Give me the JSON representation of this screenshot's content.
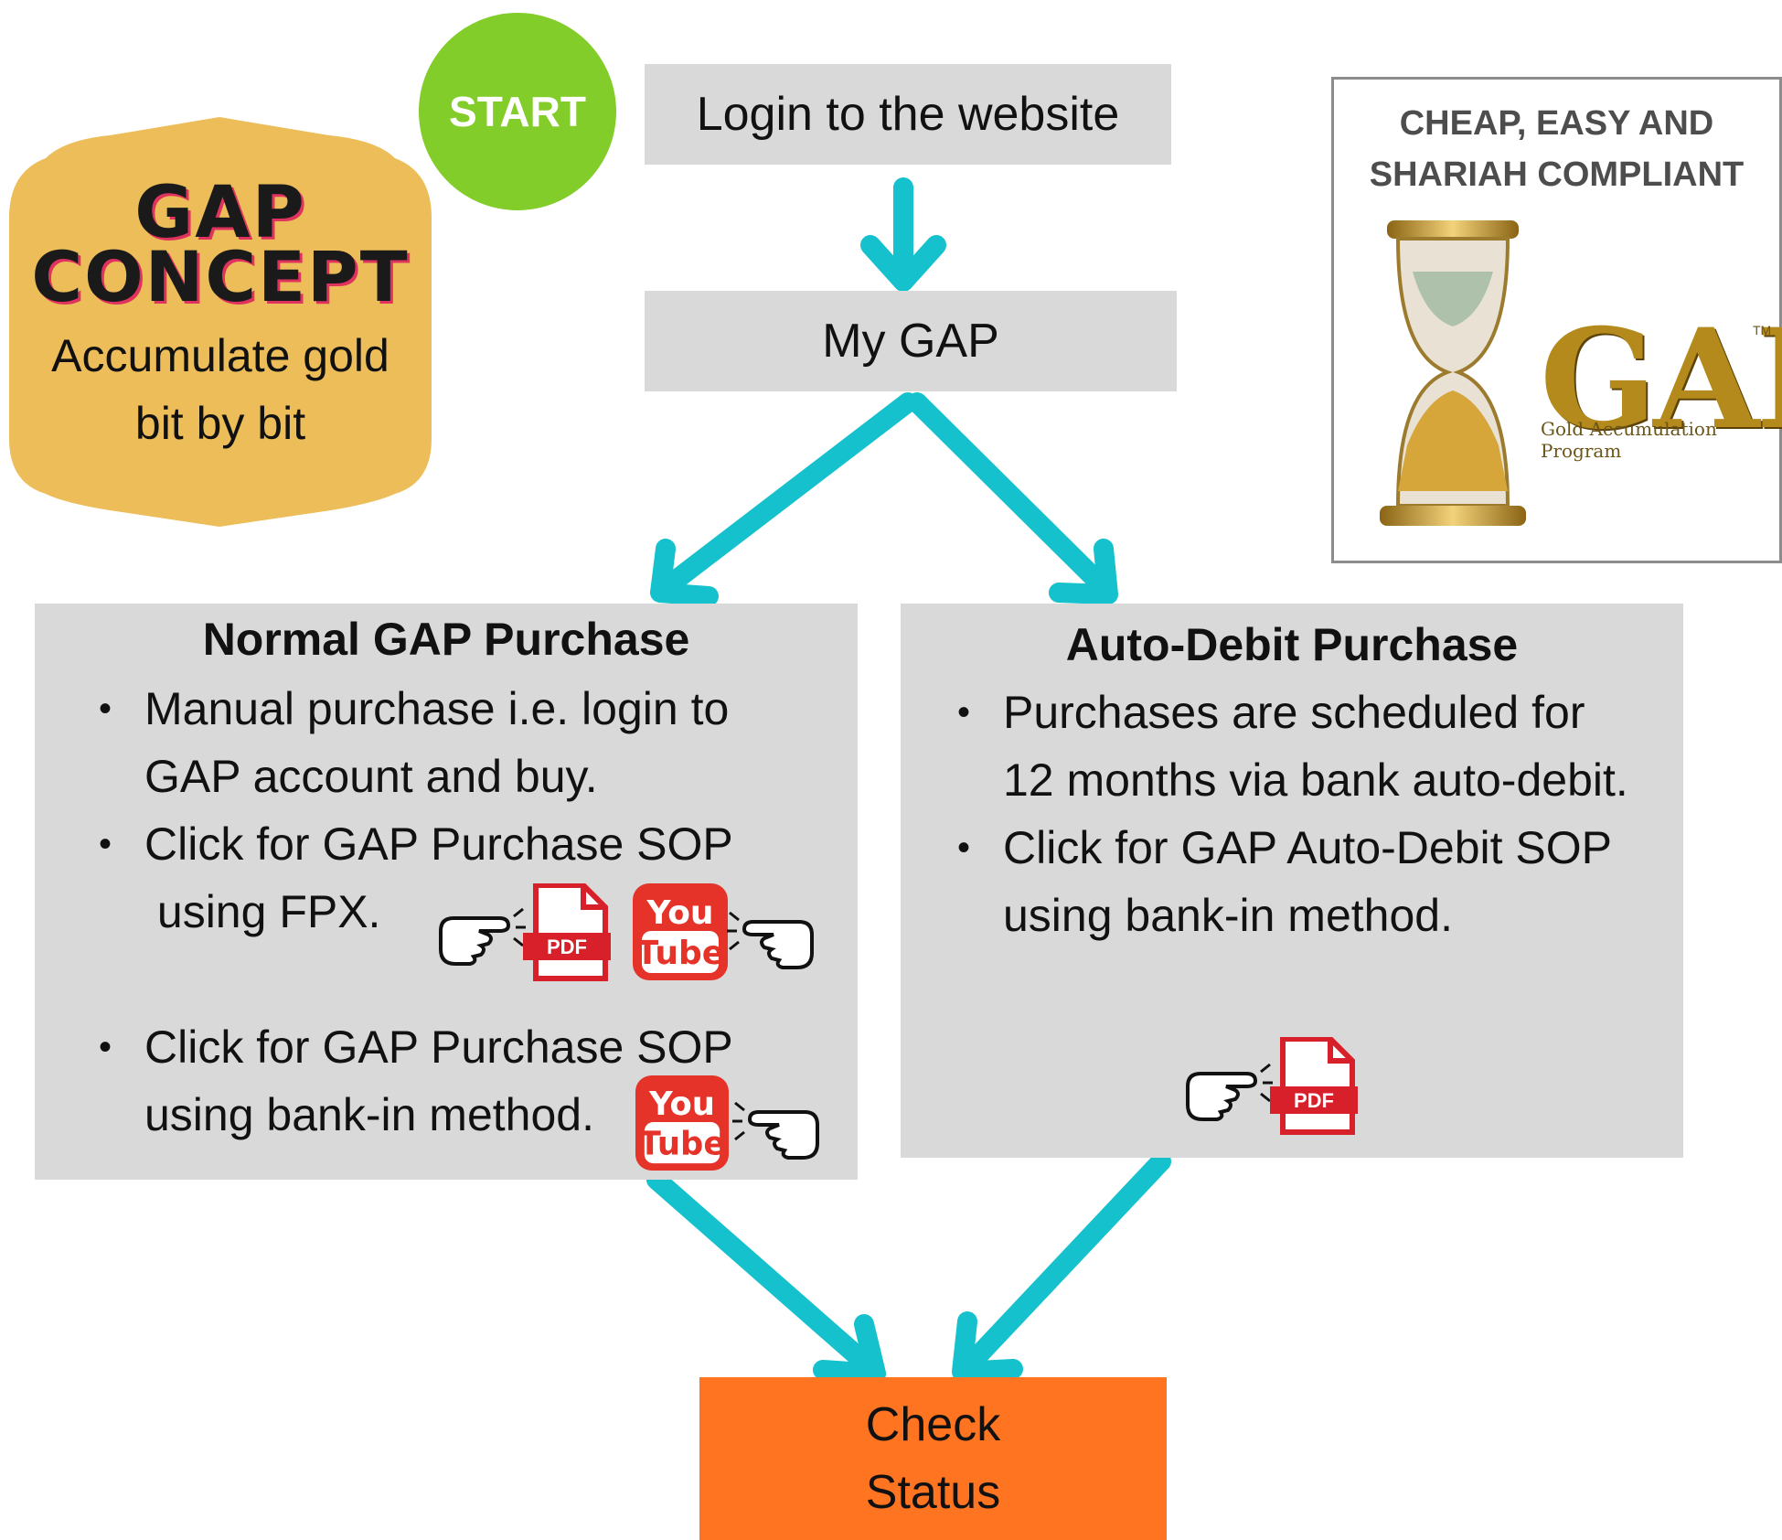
{
  "start": {
    "label": "START"
  },
  "concept": {
    "title_line1": "GAP",
    "title_line2": "CONCEPT",
    "sub_line1": "Accumulate gold",
    "sub_line2": "bit by bit"
  },
  "flow": {
    "login": "Login to the website",
    "my_gap": "My GAP",
    "check_status_line1": "Check",
    "check_status_line2": "Status"
  },
  "normal_purchase": {
    "title": "Normal GAP Purchase",
    "bullet1_line1": "Manual purchase i.e. login to",
    "bullet1_line2": "GAP account and buy.",
    "bullet2_line1": "Click for GAP Purchase SOP",
    "bullet2_line2": " using FPX.",
    "bullet3_line1": "Click for GAP Purchase SOP",
    "bullet3_line2": "using bank-in method."
  },
  "auto_debit": {
    "title": "Auto-Debit Purchase",
    "bullet1_line1": "Purchases are scheduled for",
    "bullet1_line2": "12 months via bank auto-debit.",
    "bullet2_line1": "Click for GAP Auto-Debit SOP",
    "bullet2_line2": "using bank-in method."
  },
  "promo": {
    "line1": "CHEAP, EASY AND",
    "line2": "SHARIAH COMPLIANT",
    "logo_text": "GAP",
    "logo_tm": "TM",
    "logo_tagline": "Gold Accumulation Program"
  },
  "icons": {
    "pdf_label": "PDF",
    "youtube_you": "You",
    "youtube_tube": "Tube"
  },
  "colors": {
    "arrow": "#14c1cc",
    "start": "#83cd2a",
    "badge": "#ecbd58",
    "box": "#d9d9d9",
    "check": "#ff7420",
    "pdf_red": "#d7202a",
    "youtube_red": "#e63329"
  }
}
